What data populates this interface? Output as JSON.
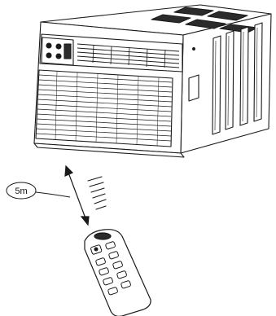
{
  "diagram": {
    "distance_label": "5m",
    "colors": {
      "line": "#1a1a1a",
      "fill": "#ffffff",
      "shade": "#e8e8e8",
      "dark": "#2b2b2b"
    },
    "elements": {
      "air_conditioner": "window-air-conditioner",
      "remote": "remote-control",
      "signal": "infrared-signal-waves",
      "range_arrow": "double-headed-range-arrow"
    }
  }
}
